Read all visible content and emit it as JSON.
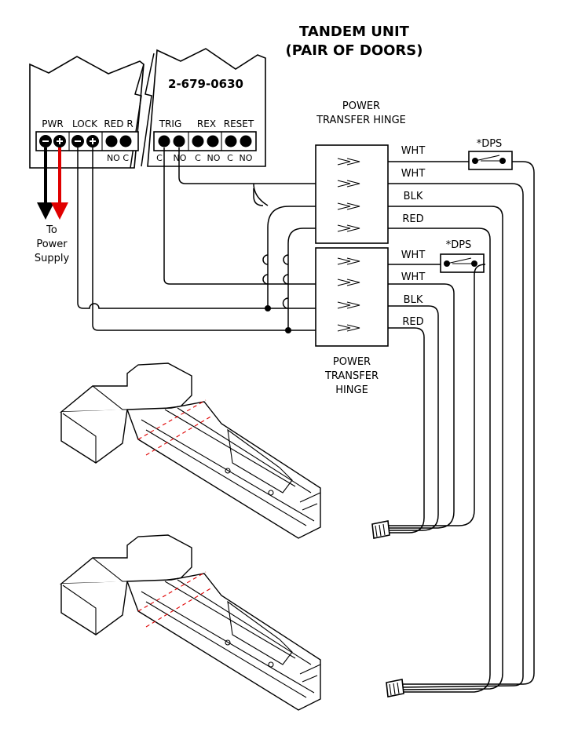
{
  "title": {
    "line1": "TANDEM UNIT",
    "line2": "(PAIR OF DOORS)"
  },
  "controller": {
    "part_number": "2-679-0630",
    "left_labels": [
      "PWR",
      "LOCK",
      "RED R"
    ],
    "left_sub": "NO C",
    "right_labels": [
      "TRIG",
      "REX",
      "RESET"
    ],
    "right_sub": [
      "C",
      "NO",
      "C",
      "NO",
      "C",
      "NO"
    ],
    "terminal_signs": [
      "-",
      "+",
      "-",
      "+"
    ]
  },
  "power_supply": {
    "line1": "To",
    "line2": "Power",
    "line3": "Supply"
  },
  "hinge_top": {
    "label_line1": "POWER",
    "label_line2": "TRANSFER HINGE",
    "wires": [
      "WHT",
      "WHT",
      "BLK",
      "RED"
    ]
  },
  "hinge_bottom": {
    "label_line1": "POWER",
    "label_line2": "TRANSFER",
    "label_line3": "HINGE",
    "wires": [
      "WHT",
      "WHT",
      "BLK",
      "RED"
    ]
  },
  "dps_top": "*DPS",
  "dps_bottom": "*DPS",
  "colors": {
    "pwr_negative_arrow": "#000000",
    "pwr_positive_arrow": "#e00000",
    "cut_line": "#e00000"
  }
}
